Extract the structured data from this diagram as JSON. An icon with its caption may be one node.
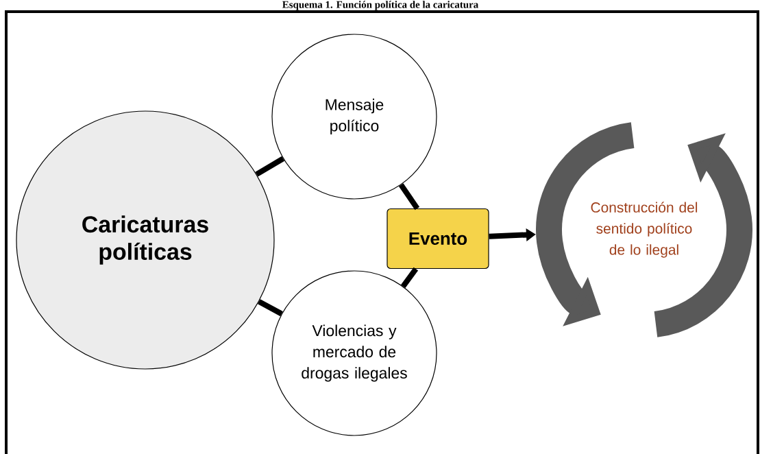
{
  "diagram": {
    "title": "Esquema 1. Función política de la caricatura",
    "nodes": [
      {
        "text": [
          "Caricaturas políticas"
        ]
      },
      {
        "text": [
          "Mensaje político"
        ]
      },
      {
        "text": [
          "Violencias y mercado de drogas ilegales"
        ]
      },
      {
        "text": [
          "Evento"
        ]
      },
      {
        "text": [
          "Construcción del sentido político de lo ilegal"
        ]
      }
    ],
    "edges": [
      {
        "from": 0,
        "to": 1,
        "arrow": "none"
      },
      {
        "from": 0,
        "to": 2,
        "arrow": "none"
      },
      {
        "from": 1,
        "to": 3,
        "arrow": "none"
      },
      {
        "from": 2,
        "to": 3,
        "arrow": "none"
      },
      {
        "from": 3,
        "to": 4,
        "arrow": "to"
      }
    ]
  }
}
